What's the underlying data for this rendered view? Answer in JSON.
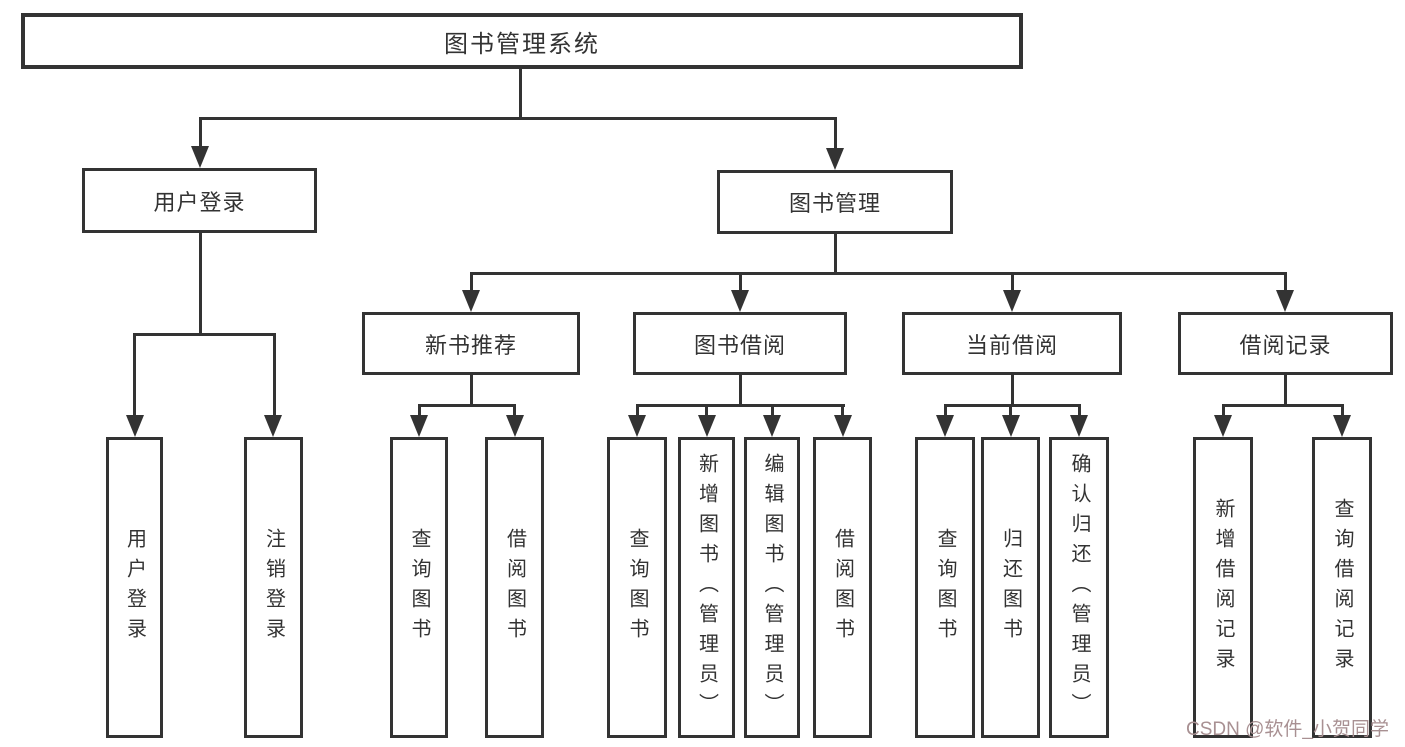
{
  "diagram": {
    "root": {
      "label": "图书管理系统"
    },
    "level2": [
      {
        "id": "user-login",
        "label": "用户登录"
      },
      {
        "id": "book-management",
        "label": "图书管理"
      }
    ],
    "level3": [
      {
        "id": "new-book-recommend",
        "label": "新书推荐"
      },
      {
        "id": "book-borrow",
        "label": "图书借阅"
      },
      {
        "id": "current-borrow",
        "label": "当前借阅"
      },
      {
        "id": "borrow-records",
        "label": "借阅记录"
      }
    ],
    "leaves": [
      {
        "parent": "用户登录",
        "label": "用户登录"
      },
      {
        "parent": "用户登录",
        "label": "注销登录"
      },
      {
        "parent": "新书推荐",
        "label": "查询图书"
      },
      {
        "parent": "新书推荐",
        "label": "借阅图书"
      },
      {
        "parent": "图书借阅",
        "label": "查询图书"
      },
      {
        "parent": "图书借阅",
        "label": "新增图书（管理员）"
      },
      {
        "parent": "图书借阅",
        "label": "编辑图书（管理员）"
      },
      {
        "parent": "图书借阅",
        "label": "借阅图书"
      },
      {
        "parent": "当前借阅",
        "label": "查询图书"
      },
      {
        "parent": "当前借阅",
        "label": "归还图书"
      },
      {
        "parent": "当前借阅",
        "label": "确认归还（管理员）"
      },
      {
        "parent": "借阅记录",
        "label": "新增借阅记录"
      },
      {
        "parent": "借阅记录",
        "label": "查询借阅记录"
      }
    ]
  },
  "watermark": {
    "text": "CSDN @软件_小贺同学"
  },
  "colors": {
    "line": "#333333",
    "text": "#333333",
    "background": "#ffffff",
    "watermark": "#a89092"
  }
}
